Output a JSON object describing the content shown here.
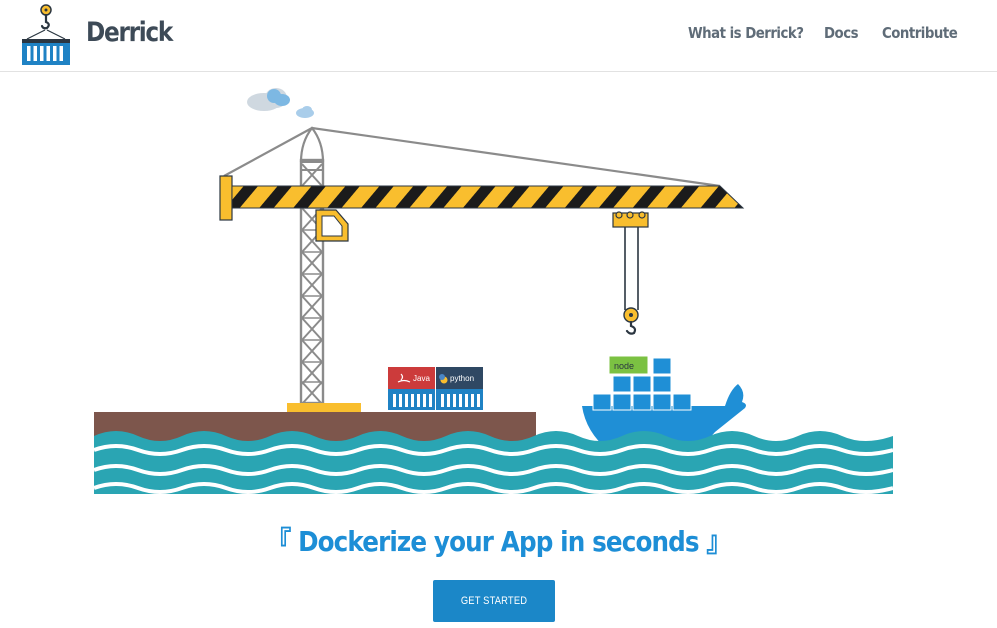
{
  "nav": {
    "brand": "Derrick",
    "links": [
      "What is Derrick?",
      "Docs",
      "Contribute"
    ]
  },
  "hero": {
    "container_labels": [
      "Java",
      "python",
      "node"
    ],
    "tagline": "『 Dockerize your App in seconds 』",
    "cta_label": "GET STARTED"
  },
  "colors": {
    "brand_text": "#3d4a57",
    "nav_text": "#5f6c78",
    "accent_blue": "#1d8ed6",
    "button_blue": "#1b87c8",
    "crane_yellow": "#f9be2e",
    "ground_brown": "#7d564c",
    "sea_teal": "#2aa5b3",
    "java_red": "#cc3b3b",
    "python_navy": "#2f4863",
    "node_green": "#7bc142"
  }
}
